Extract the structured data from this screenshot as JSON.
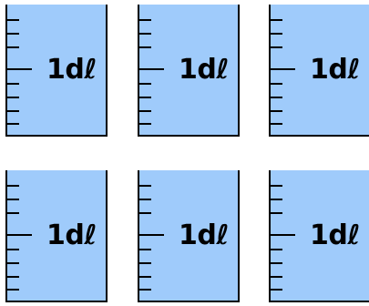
{
  "background_color": "#ffffff",
  "container_fill_color": "#9fcbfb",
  "outline_color": "#000000",
  "containers": [
    {
      "label": "1dℓ"
    },
    {
      "label": "1dℓ"
    },
    {
      "label": "1dℓ"
    },
    {
      "label": "1dℓ"
    },
    {
      "label": "1dℓ"
    },
    {
      "label": "1dℓ"
    }
  ]
}
